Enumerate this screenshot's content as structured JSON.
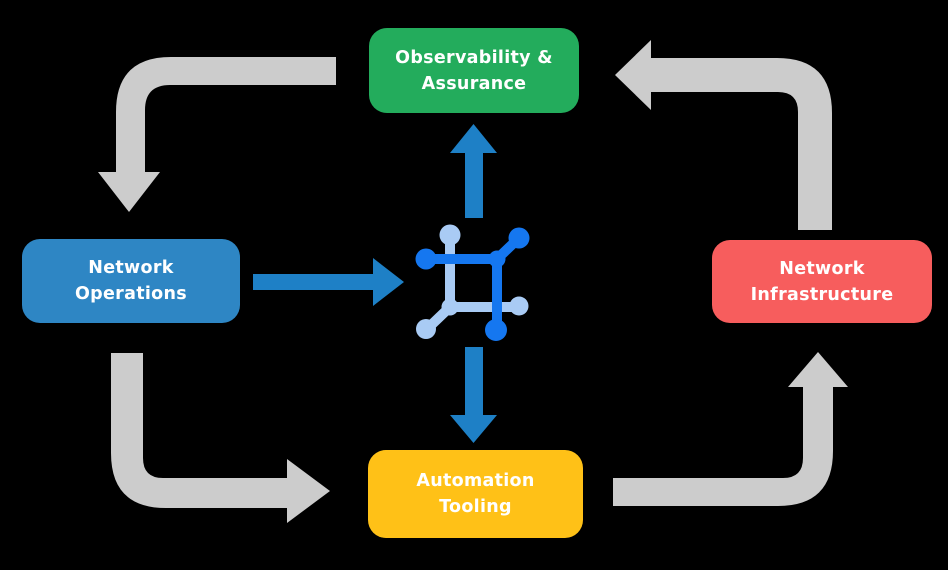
{
  "canvas": {
    "background": "#000000",
    "label_color": "#FFFFFF"
  },
  "nodes": {
    "observability": {
      "line1": "Observability &",
      "line2": "Assurance",
      "color": "#23AC5C"
    },
    "operations": {
      "line1": "Network",
      "line2": "Operations",
      "color": "#2E86C4"
    },
    "infrastructure": {
      "line1": "Network",
      "line2": "Infrastructure",
      "color": "#F75D5D"
    },
    "tooling": {
      "line1": "Automation",
      "line2": "Tooling",
      "color": "#FFC117"
    }
  },
  "arrows": {
    "cycle_color": "#CCCCCC",
    "hub_color": "#1E80C6",
    "flow": [
      "Observability & Assurance -> Network Operations",
      "Network Operations -> Automation Tooling",
      "Automation Tooling -> Network Infrastructure",
      "Network Infrastructure -> Observability & Assurance",
      "Network Operations -> hub",
      "hub -> Observability & Assurance",
      "hub -> Automation Tooling"
    ]
  },
  "icon": {
    "name": "network-mesh-icon",
    "dark_color": "#1577F0",
    "light_color": "#A9CBF4"
  }
}
